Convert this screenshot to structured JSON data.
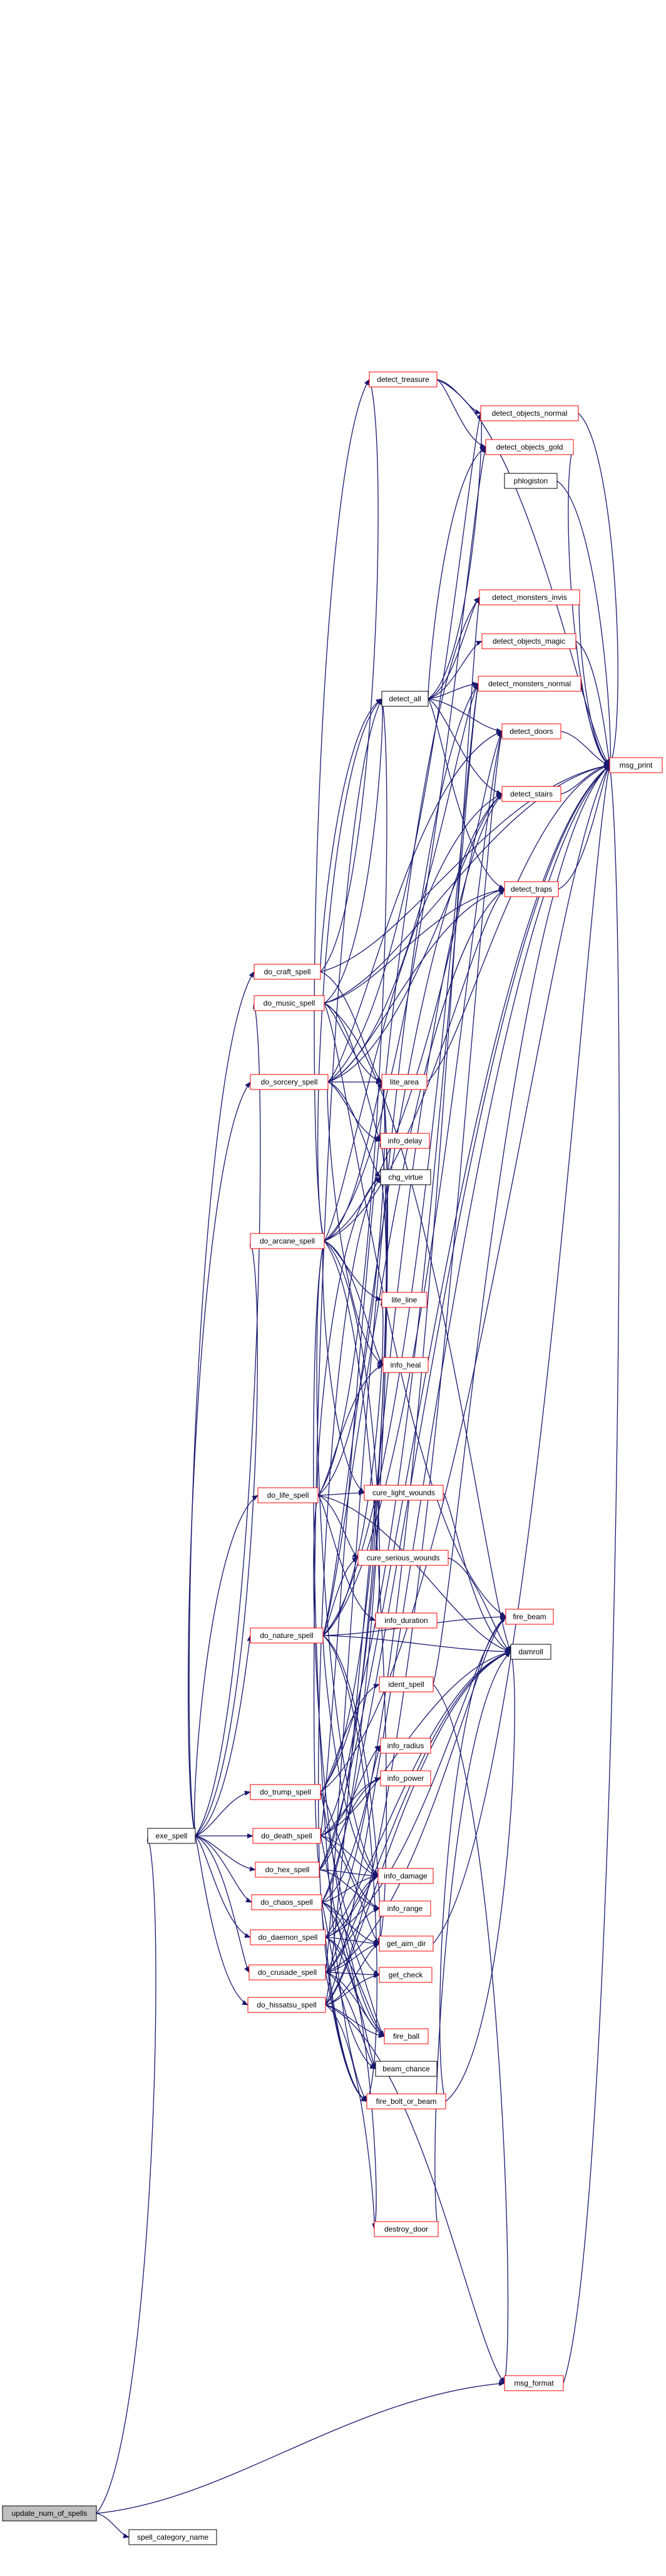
{
  "colors": {
    "edge": "#191970",
    "node_border_red": "#ff0000",
    "node_border_black": "#000000",
    "root_fill": "#bfbfbf",
    "node_fill": "#ffffff",
    "text": "#000000"
  },
  "nodes": [
    {
      "id": "update_num_of_spells",
      "label": "update_num_of_spells",
      "border": "black",
      "fill": "root"
    },
    {
      "id": "spell_category_name",
      "label": "spell_category_name",
      "border": "black"
    },
    {
      "id": "exe_spell",
      "label": "exe_spell",
      "border": "black"
    },
    {
      "id": "msg_format",
      "label": "msg_format",
      "border": "red"
    },
    {
      "id": "msg_print",
      "label": "msg_print",
      "border": "red"
    },
    {
      "id": "do_craft_spell",
      "label": "do_craft_spell",
      "border": "red"
    },
    {
      "id": "do_music_spell",
      "label": "do_music_spell",
      "border": "red"
    },
    {
      "id": "do_sorcery_spell",
      "label": "do_sorcery_spell",
      "border": "red"
    },
    {
      "id": "do_arcane_spell",
      "label": "do_arcane_spell",
      "border": "red"
    },
    {
      "id": "do_life_spell",
      "label": "do_life_spell",
      "border": "red"
    },
    {
      "id": "do_nature_spell",
      "label": "do_nature_spell",
      "border": "red"
    },
    {
      "id": "do_trump_spell",
      "label": "do_trump_spell",
      "border": "red"
    },
    {
      "id": "do_death_spell",
      "label": "do_death_spell",
      "border": "red"
    },
    {
      "id": "do_hex_spell",
      "label": "do_hex_spell",
      "border": "red"
    },
    {
      "id": "do_chaos_spell",
      "label": "do_chaos_spell",
      "border": "red"
    },
    {
      "id": "do_daemon_spell",
      "label": "do_daemon_spell",
      "border": "red"
    },
    {
      "id": "do_crusade_spell",
      "label": "do_crusade_spell",
      "border": "red"
    },
    {
      "id": "do_hissatsu_spell",
      "label": "do_hissatsu_spell",
      "border": "red"
    },
    {
      "id": "detect_treasure",
      "label": "detect_treasure",
      "border": "red"
    },
    {
      "id": "detect_all",
      "label": "detect_all",
      "border": "black"
    },
    {
      "id": "lite_area",
      "label": "lite_area",
      "border": "red"
    },
    {
      "id": "info_delay",
      "label": "info_delay",
      "border": "red"
    },
    {
      "id": "chg_virtue",
      "label": "chg_virtue",
      "border": "black"
    },
    {
      "id": "lite_line",
      "label": "lite_line",
      "border": "red"
    },
    {
      "id": "info_heal",
      "label": "info_heal",
      "border": "red"
    },
    {
      "id": "cure_light_wounds",
      "label": "cure_light_wounds",
      "border": "red"
    },
    {
      "id": "cure_serious_wounds",
      "label": "cure_serious_wounds",
      "border": "red"
    },
    {
      "id": "info_duration",
      "label": "info_duration",
      "border": "red"
    },
    {
      "id": "ident_spell",
      "label": "ident_spell",
      "border": "red"
    },
    {
      "id": "info_radius",
      "label": "info_radius",
      "border": "red"
    },
    {
      "id": "info_power",
      "label": "info_power",
      "border": "red"
    },
    {
      "id": "info_damage",
      "label": "info_damage",
      "border": "red"
    },
    {
      "id": "info_range",
      "label": "info_range",
      "border": "red"
    },
    {
      "id": "get_aim_dir",
      "label": "get_aim_dir",
      "border": "red"
    },
    {
      "id": "get_check",
      "label": "get_check",
      "border": "red"
    },
    {
      "id": "fire_ball",
      "label": "fire_ball",
      "border": "red"
    },
    {
      "id": "beam_chance",
      "label": "beam_chance",
      "border": "black"
    },
    {
      "id": "fire_bolt_or_beam",
      "label": "fire_bolt_or_beam",
      "border": "red"
    },
    {
      "id": "destroy_door",
      "label": "destroy_door",
      "border": "red"
    },
    {
      "id": "detect_objects_normal",
      "label": "detect_objects_normal",
      "border": "red"
    },
    {
      "id": "detect_objects_gold",
      "label": "detect_objects_gold",
      "border": "red"
    },
    {
      "id": "phlogiston",
      "label": "phlogiston",
      "border": "black"
    },
    {
      "id": "detect_monsters_invis",
      "label": "detect_monsters_invis",
      "border": "red"
    },
    {
      "id": "detect_objects_magic",
      "label": "detect_objects_magic",
      "border": "red"
    },
    {
      "id": "detect_monsters_normal",
      "label": "detect_monsters_normal",
      "border": "red"
    },
    {
      "id": "detect_doors",
      "label": "detect_doors",
      "border": "red"
    },
    {
      "id": "detect_stairs",
      "label": "detect_stairs",
      "border": "red"
    },
    {
      "id": "detect_traps",
      "label": "detect_traps",
      "border": "red"
    },
    {
      "id": "fire_beam",
      "label": "fire_beam",
      "border": "red"
    },
    {
      "id": "damroll",
      "label": "damroll",
      "border": "black"
    }
  ],
  "edges": [
    [
      "update_num_of_spells",
      "exe_spell"
    ],
    [
      "update_num_of_spells",
      "msg_format"
    ],
    [
      "update_num_of_spells",
      "spell_category_name"
    ],
    [
      "exe_spell",
      "do_craft_spell"
    ],
    [
      "exe_spell",
      "do_music_spell"
    ],
    [
      "exe_spell",
      "do_sorcery_spell"
    ],
    [
      "exe_spell",
      "do_arcane_spell"
    ],
    [
      "exe_spell",
      "do_life_spell"
    ],
    [
      "exe_spell",
      "do_nature_spell"
    ],
    [
      "exe_spell",
      "do_trump_spell"
    ],
    [
      "exe_spell",
      "do_death_spell"
    ],
    [
      "exe_spell",
      "do_hex_spell"
    ],
    [
      "exe_spell",
      "do_chaos_spell"
    ],
    [
      "exe_spell",
      "do_daemon_spell"
    ],
    [
      "exe_spell",
      "do_crusade_spell"
    ],
    [
      "exe_spell",
      "do_hissatsu_spell"
    ],
    [
      "msg_format",
      "msg_print"
    ],
    [
      "do_craft_spell",
      "detect_all"
    ],
    [
      "do_craft_spell",
      "detect_treasure"
    ],
    [
      "do_craft_spell",
      "msg_print"
    ],
    [
      "do_craft_spell",
      "lite_area"
    ],
    [
      "do_music_spell",
      "msg_print"
    ],
    [
      "do_music_spell",
      "detect_all"
    ],
    [
      "do_music_spell",
      "lite_area"
    ],
    [
      "do_music_spell",
      "info_delay"
    ],
    [
      "do_music_spell",
      "fire_beam"
    ],
    [
      "do_music_spell",
      "damroll"
    ],
    [
      "do_music_spell",
      "detect_traps"
    ],
    [
      "do_sorcery_spell",
      "detect_monsters_normal"
    ],
    [
      "do_sorcery_spell",
      "detect_doors"
    ],
    [
      "do_sorcery_spell",
      "detect_stairs"
    ],
    [
      "do_sorcery_spell",
      "detect_traps"
    ],
    [
      "do_sorcery_spell",
      "lite_area"
    ],
    [
      "do_sorcery_spell",
      "info_delay"
    ],
    [
      "do_sorcery_spell",
      "chg_virtue"
    ],
    [
      "do_sorcery_spell",
      "info_heal"
    ],
    [
      "do_sorcery_spell",
      "detect_objects_normal"
    ],
    [
      "do_arcane_spell",
      "detect_all"
    ],
    [
      "do_arcane_spell",
      "lite_area"
    ],
    [
      "do_arcane_spell",
      "lite_line"
    ],
    [
      "do_arcane_spell",
      "info_heal"
    ],
    [
      "do_arcane_spell",
      "cure_light_wounds"
    ],
    [
      "do_arcane_spell",
      "detect_doors"
    ],
    [
      "do_arcane_spell",
      "detect_stairs"
    ],
    [
      "do_arcane_spell",
      "detect_traps"
    ],
    [
      "do_arcane_spell",
      "detect_treasure"
    ],
    [
      "do_arcane_spell",
      "detect_objects_gold"
    ],
    [
      "do_arcane_spell",
      "fire_bolt_or_beam"
    ],
    [
      "do_arcane_spell",
      "info_duration"
    ],
    [
      "do_arcane_spell",
      "info_damage"
    ],
    [
      "do_arcane_spell",
      "get_aim_dir"
    ],
    [
      "do_life_spell",
      "cure_light_wounds"
    ],
    [
      "do_life_spell",
      "cure_serious_wounds"
    ],
    [
      "do_life_spell",
      "info_heal"
    ],
    [
      "do_life_spell",
      "lite_area"
    ],
    [
      "do_life_spell",
      "chg_virtue"
    ],
    [
      "do_life_spell",
      "detect_all"
    ],
    [
      "do_life_spell",
      "info_duration"
    ],
    [
      "do_life_spell",
      "damroll"
    ],
    [
      "do_life_spell",
      "fire_ball"
    ],
    [
      "do_nature_spell",
      "detect_monsters_normal"
    ],
    [
      "do_nature_spell",
      "detect_traps"
    ],
    [
      "do_nature_spell",
      "detect_doors"
    ],
    [
      "do_nature_spell",
      "detect_stairs"
    ],
    [
      "do_nature_spell",
      "lite_line"
    ],
    [
      "do_nature_spell",
      "fire_beam"
    ],
    [
      "do_nature_spell",
      "fire_bolt_or_beam"
    ],
    [
      "do_nature_spell",
      "info_damage"
    ],
    [
      "do_nature_spell",
      "get_aim_dir"
    ],
    [
      "do_nature_spell",
      "cure_serious_wounds"
    ],
    [
      "do_nature_spell",
      "damroll"
    ],
    [
      "do_trump_spell",
      "info_range"
    ],
    [
      "do_trump_spell",
      "info_delay"
    ],
    [
      "do_trump_spell",
      "get_check"
    ],
    [
      "do_trump_spell",
      "detect_monsters_normal"
    ],
    [
      "do_trump_spell",
      "ident_spell"
    ],
    [
      "do_trump_spell",
      "msg_print"
    ],
    [
      "do_death_spell",
      "detect_monsters_invis"
    ],
    [
      "do_death_spell",
      "info_damage"
    ],
    [
      "do_death_spell",
      "fire_ball"
    ],
    [
      "do_death_spell",
      "info_radius"
    ],
    [
      "do_death_spell",
      "damroll"
    ],
    [
      "do_death_spell",
      "get_aim_dir"
    ],
    [
      "do_death_spell",
      "info_power"
    ],
    [
      "do_death_spell",
      "chg_virtue"
    ],
    [
      "do_hex_spell",
      "msg_print"
    ],
    [
      "do_hex_spell",
      "info_damage"
    ],
    [
      "do_hex_spell",
      "info_power"
    ],
    [
      "do_hex_spell",
      "info_range"
    ],
    [
      "do_hex_spell",
      "detect_all"
    ],
    [
      "do_hex_spell",
      "lite_area"
    ],
    [
      "do_chaos_spell",
      "fire_bolt_or_beam"
    ],
    [
      "do_chaos_spell",
      "fire_ball"
    ],
    [
      "do_chaos_spell",
      "info_damage"
    ],
    [
      "do_chaos_spell",
      "info_radius"
    ],
    [
      "do_chaos_spell",
      "get_aim_dir"
    ],
    [
      "do_chaos_spell",
      "destroy_door"
    ],
    [
      "do_chaos_spell",
      "beam_chance"
    ],
    [
      "do_chaos_spell",
      "lite_area"
    ],
    [
      "do_chaos_spell",
      "msg_print"
    ],
    [
      "do_daemon_spell",
      "fire_ball"
    ],
    [
      "do_daemon_spell",
      "fire_bolt_or_beam"
    ],
    [
      "do_daemon_spell",
      "info_damage"
    ],
    [
      "do_daemon_spell",
      "get_aim_dir"
    ],
    [
      "do_daemon_spell",
      "detect_monsters_invis"
    ],
    [
      "do_daemon_spell",
      "chg_virtue"
    ],
    [
      "do_daemon_spell",
      "fire_beam"
    ],
    [
      "do_daemon_spell",
      "damroll"
    ],
    [
      "do_daemon_spell",
      "beam_chance"
    ],
    [
      "do_crusade_spell",
      "fire_bolt_or_beam"
    ],
    [
      "do_crusade_spell",
      "fire_ball"
    ],
    [
      "do_crusade_spell",
      "info_damage"
    ],
    [
      "do_crusade_spell",
      "get_aim_dir"
    ],
    [
      "do_crusade_spell",
      "detect_monsters_normal"
    ],
    [
      "do_crusade_spell",
      "fire_beam"
    ],
    [
      "do_crusade_spell",
      "damroll"
    ],
    [
      "do_crusade_spell",
      "beam_chance"
    ],
    [
      "do_crusade_spell",
      "info_range"
    ],
    [
      "do_crusade_spell",
      "get_check"
    ],
    [
      "do_hissatsu_spell",
      "msg_print"
    ],
    [
      "do_hissatsu_spell",
      "msg_format"
    ],
    [
      "do_hissatsu_spell",
      "get_check"
    ],
    [
      "do_hissatsu_spell",
      "get_aim_dir"
    ],
    [
      "do_hissatsu_spell",
      "fire_ball"
    ],
    [
      "do_hissatsu_spell",
      "destroy_door"
    ],
    [
      "do_hissatsu_spell",
      "damroll"
    ],
    [
      "do_hissatsu_spell",
      "detect_doors"
    ],
    [
      "do_hissatsu_spell",
      "detect_stairs"
    ],
    [
      "detect_treasure",
      "detect_objects_normal"
    ],
    [
      "detect_treasure",
      "detect_objects_gold"
    ],
    [
      "detect_treasure",
      "msg_print"
    ],
    [
      "detect_all",
      "detect_traps"
    ],
    [
      "detect_all",
      "detect_doors"
    ],
    [
      "detect_all",
      "detect_stairs"
    ],
    [
      "detect_all",
      "detect_objects_normal"
    ],
    [
      "detect_all",
      "detect_objects_gold"
    ],
    [
      "detect_all",
      "detect_monsters_invis"
    ],
    [
      "detect_all",
      "detect_monsters_normal"
    ],
    [
      "detect_all",
      "detect_objects_magic"
    ],
    [
      "lite_area",
      "msg_print"
    ],
    [
      "ident_spell",
      "msg_format"
    ],
    [
      "ident_spell",
      "msg_print"
    ],
    [
      "cure_serious_wounds",
      "damroll"
    ],
    [
      "cure_light_wounds",
      "damroll"
    ],
    [
      "get_aim_dir",
      "msg_print"
    ],
    [
      "fire_bolt_or_beam",
      "fire_beam"
    ],
    [
      "fire_bolt_or_beam",
      "damroll"
    ],
    [
      "destroy_door",
      "damroll"
    ],
    [
      "detect_objects_normal",
      "msg_print"
    ],
    [
      "detect_objects_gold",
      "msg_print"
    ],
    [
      "phlogiston",
      "msg_print"
    ],
    [
      "detect_monsters_invis",
      "msg_print"
    ],
    [
      "detect_objects_magic",
      "msg_print"
    ],
    [
      "detect_monsters_normal",
      "msg_print"
    ],
    [
      "detect_doors",
      "msg_print"
    ],
    [
      "detect_stairs",
      "msg_print"
    ],
    [
      "detect_traps",
      "msg_print"
    ]
  ]
}
